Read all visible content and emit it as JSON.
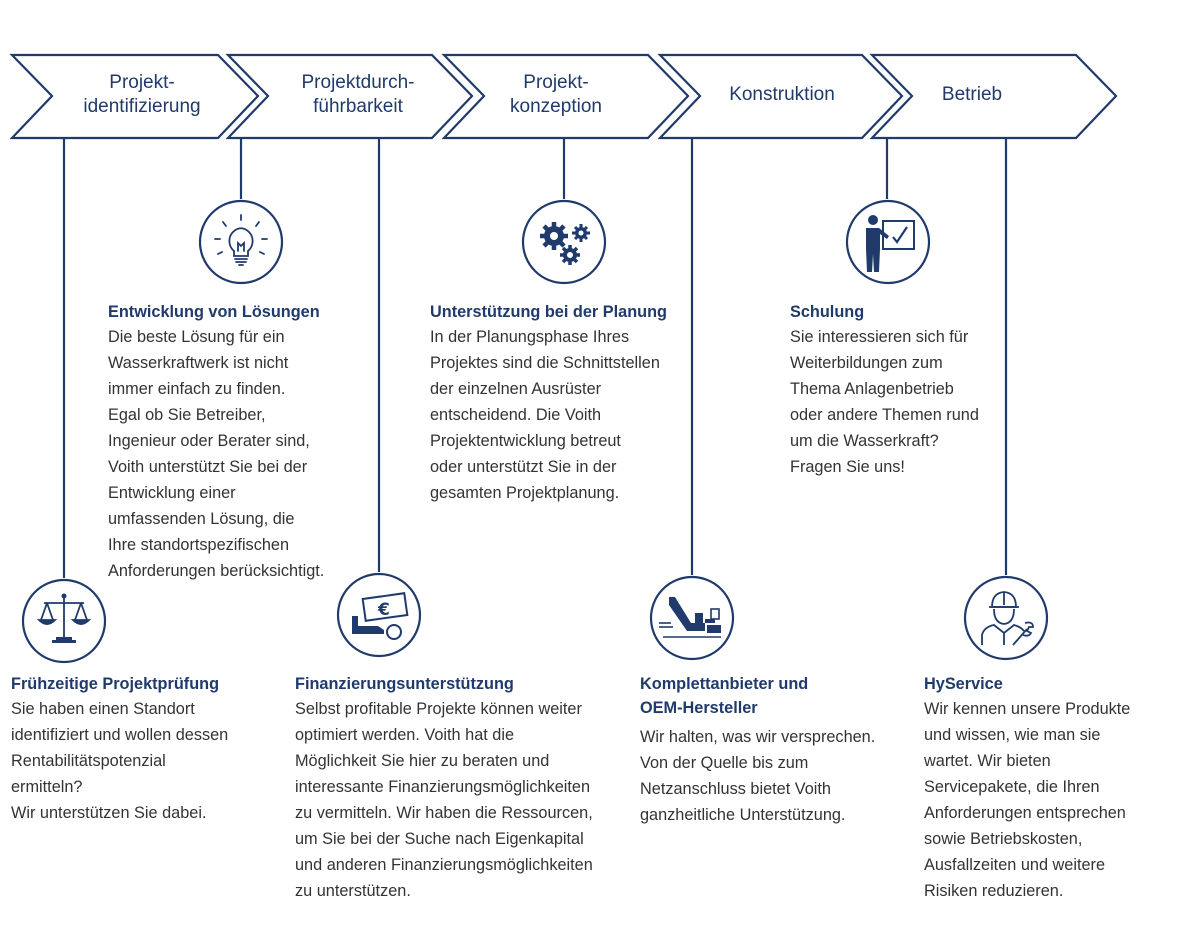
{
  "colors": {
    "navy": "#1f3a6b",
    "text": "#333333",
    "background": "#ffffff"
  },
  "phases": [
    {
      "label": "Projekt-\nidentifizierung"
    },
    {
      "label": "Projektdurch-\nführbarkeit"
    },
    {
      "label": "Projekt-\nkonzeption"
    },
    {
      "label": "Konstruktion"
    },
    {
      "label": "Betrieb"
    }
  ],
  "services": {
    "solutions": {
      "icon": "lightbulb-icon",
      "title": "Entwicklung von Lösungen",
      "body": "Die beste Lösung für ein\nWasserkraftwerk ist nicht\nimmer einfach zu finden.\nEgal ob Sie Betreiber,\nIngenieur oder Berater sind,\nVoith unterstützt Sie bei der\nEntwicklung einer\numfassenden Lösung, die\nIhre standortspezifischen\nAnforderungen berücksichtigt."
    },
    "planning": {
      "icon": "gears-icon",
      "title": "Unterstützung bei der Planung",
      "body": "In der Planungsphase Ihres\nProjektes sind die Schnittstellen\nder einzelnen Ausrüster\nentscheidend. Die Voith\nProjektentwicklung betreut\noder unterstützt Sie in der\ngesamten Projektplanung."
    },
    "training": {
      "icon": "teacher-board-icon",
      "title": "Schulung",
      "body": "Sie interessieren sich für\nWeiterbildungen zum\nThema Anlagenbetrieb\noder andere Themen rund\num die Wasserkraft?\nFragen Sie uns!"
    },
    "assessment": {
      "icon": "scales-icon",
      "title": "Frühzeitige Projektprüfung",
      "body": "Sie haben einen Standort\nidentifiziert und wollen dessen\nRentabilitätspotenzial\nermitteln?\nWir unterstützen Sie dabei."
    },
    "financing": {
      "icon": "euro-money-icon",
      "title": "Finanzierungsunterstützung",
      "body": "Selbst profitable Projekte können weiter\noptimiert werden. Voith hat die\nMöglichkeit Sie hier zu beraten und\ninteressante Finanzierungsmöglichkeiten\nzu vermitteln. Wir haben die Ressourcen,\num Sie bei der Suche nach Eigenkapital\nund anderen Finanzierungsmöglichkeiten\nzu unterstützen."
    },
    "turnkey": {
      "icon": "powerplant-icon",
      "title": "Komplettanbieter und\nOEM-Hersteller",
      "body": "Wir halten, was wir versprechen.\nVon der Quelle bis zum\nNetzanschluss bietet Voith\nganzheitliche Unterstützung."
    },
    "hyservice": {
      "icon": "service-technician-icon",
      "title": "HyService",
      "body": "Wir kennen unsere Produkte\nund wissen, wie man sie\nwartet. Wir bieten\nServicepakete, die Ihren\nAnforderungen entsprechen\nsowie Betriebskosten,\nAusfallzeiten und weitere\nRisiken reduzieren."
    }
  }
}
